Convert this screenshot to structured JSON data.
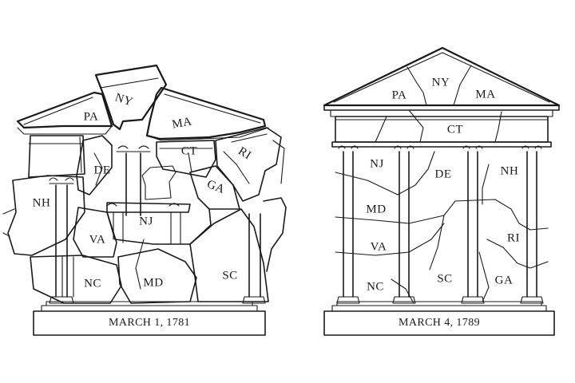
{
  "left_panel": {
    "caption": "MARCH 1, 1781",
    "states": [
      "NY",
      "PA",
      "MA",
      "CT",
      "RI",
      "DE",
      "GA",
      "NH",
      "NJ",
      "VA",
      "NC",
      "MD",
      "SC"
    ]
  },
  "right_panel": {
    "caption": "MARCH 4, 1789",
    "states": [
      "NY",
      "PA",
      "MA",
      "CT",
      "NJ",
      "DE",
      "NH",
      "MD",
      "VA",
      "RI",
      "SC",
      "NC",
      "GA"
    ]
  }
}
